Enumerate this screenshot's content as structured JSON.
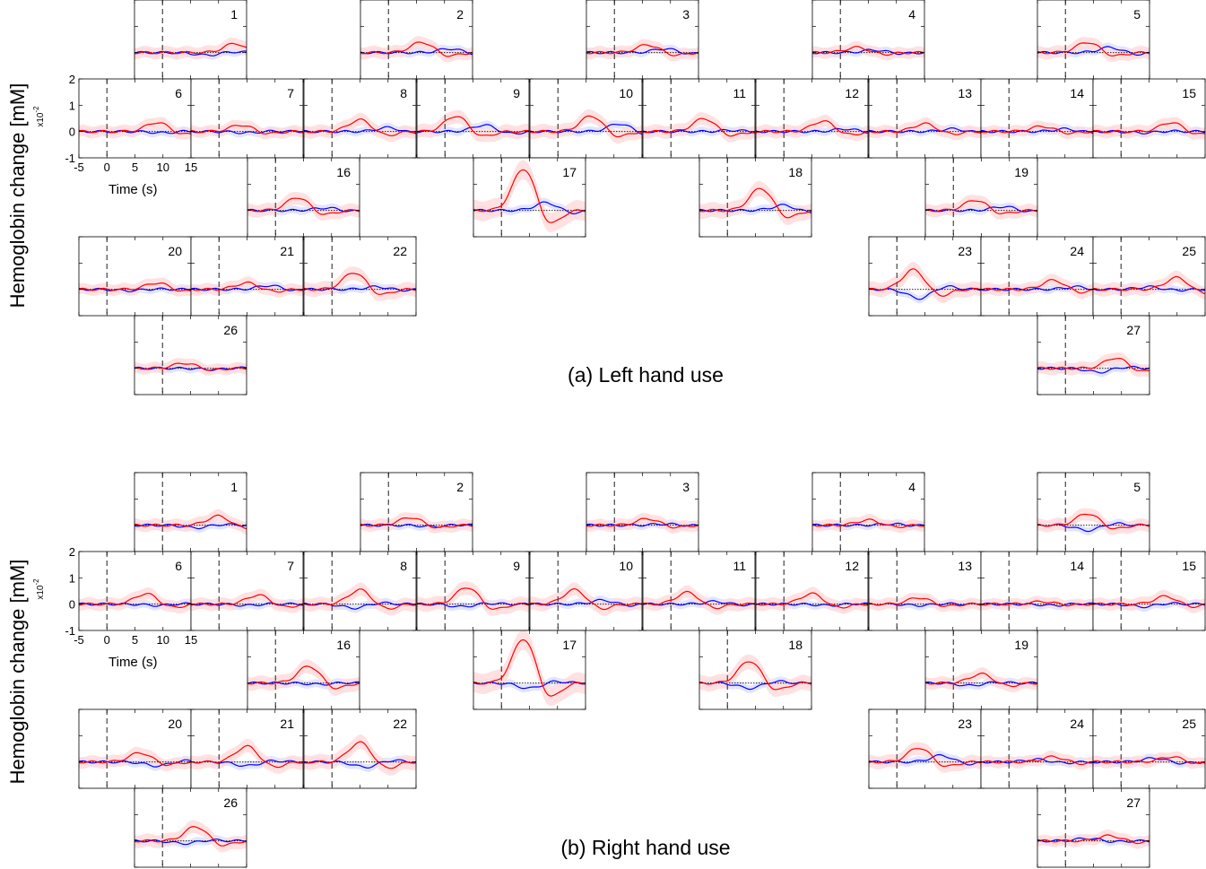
{
  "figure": {
    "ylabel": "Hemoglobin change [mM]",
    "scale_label": "x10",
    "scale_exp": "-2",
    "xlabel": "Time (s)"
  },
  "chart_data": [
    {
      "type": "line",
      "caption": "(a) Left hand use",
      "ylabel": "Hemoglobin change [mM]",
      "xlabel": "Time (s)",
      "xlim": [
        -5,
        15
      ],
      "ylim": [
        -1,
        2
      ],
      "y_scale": "x10^-2",
      "x_ticks": [
        "-5",
        "0",
        "5",
        "10",
        "15"
      ],
      "y_ticks": [
        "2",
        "1",
        "0",
        "-1"
      ],
      "stimulus_onset": 0,
      "colors": {
        "oxy": "#ff0000",
        "deoxy": "#0000ff",
        "oxy_band": "#ffdcdc",
        "deoxy_band": "#dde0ff"
      },
      "channels": [
        {
          "channel": "1",
          "oxy": {
            "peak": 0.35,
            "t": 13
          },
          "deoxy": {
            "peak": -0.1,
            "t": 8
          }
        },
        {
          "channel": "2",
          "oxy": {
            "peak": 0.4,
            "t": 6
          },
          "deoxy": {
            "peak": 0.15,
            "t": 11
          }
        },
        {
          "channel": "3",
          "oxy": {
            "peak": 0.3,
            "t": 6
          },
          "deoxy": {
            "peak": 0.15,
            "t": 9
          }
        },
        {
          "channel": "4",
          "oxy": {
            "peak": 0.2,
            "t": 3
          },
          "deoxy": {
            "peak": 0.1,
            "t": 6
          }
        },
        {
          "channel": "5",
          "oxy": {
            "peak": 0.4,
            "t": 4
          },
          "deoxy": {
            "peak": 0.2,
            "t": 8
          }
        },
        {
          "channel": "6",
          "oxy": {
            "peak": 0.35,
            "t": 9
          },
          "deoxy": {
            "peak": -0.05,
            "t": 10
          }
        },
        {
          "channel": "7",
          "oxy": {
            "peak": 0.25,
            "t": 4
          },
          "deoxy": {
            "peak": -0.05,
            "t": 5
          }
        },
        {
          "channel": "8",
          "oxy": {
            "peak": 0.45,
            "t": 5
          },
          "deoxy": {
            "peak": 0.15,
            "t": 10
          }
        },
        {
          "channel": "9",
          "oxy": {
            "peak": 0.6,
            "t": 2
          },
          "deoxy": {
            "peak": 0.25,
            "t": 7
          }
        },
        {
          "channel": "10",
          "oxy": {
            "peak": 0.6,
            "t": 6
          },
          "deoxy": {
            "peak": 0.3,
            "t": 11
          }
        },
        {
          "channel": "11",
          "oxy": {
            "peak": 0.5,
            "t": 6
          },
          "deoxy": {
            "peak": 0.05,
            "t": 11
          }
        },
        {
          "channel": "12",
          "oxy": {
            "peak": 0.4,
            "t": 7
          },
          "deoxy": {
            "peak": 0.1,
            "t": 11
          }
        },
        {
          "channel": "13",
          "oxy": {
            "peak": 0.3,
            "t": 5
          },
          "deoxy": {
            "peak": 0.1,
            "t": 10
          }
        },
        {
          "channel": "14",
          "oxy": {
            "peak": 0.2,
            "t": 6
          },
          "deoxy": {
            "peak": 0.1,
            "t": 10
          }
        },
        {
          "channel": "15",
          "oxy": {
            "peak": 0.35,
            "t": 9
          },
          "deoxy": {
            "peak": -0.05,
            "t": 4
          }
        },
        {
          "channel": "16",
          "oxy": {
            "peak": 0.5,
            "t": 4
          },
          "deoxy": {
            "peak": 0.1,
            "t": 9
          }
        },
        {
          "channel": "17",
          "oxy": {
            "peak": 1.6,
            "t": 4
          },
          "deoxy": {
            "peak": 0.3,
            "t": 8
          }
        },
        {
          "channel": "18",
          "oxy": {
            "peak": 0.85,
            "t": 6
          },
          "deoxy": {
            "peak": 0.2,
            "t": 10
          }
        },
        {
          "channel": "19",
          "oxy": {
            "peak": 0.4,
            "t": 4
          },
          "deoxy": {
            "peak": 0.15,
            "t": 9
          }
        },
        {
          "channel": "20",
          "oxy": {
            "peak": 0.25,
            "t": 9
          },
          "deoxy": {
            "peak": -0.05,
            "t": 4
          }
        },
        {
          "channel": "21",
          "oxy": {
            "peak": 0.25,
            "t": 5
          },
          "deoxy": {
            "peak": 0.15,
            "t": 9
          }
        },
        {
          "channel": "22",
          "oxy": {
            "peak": 0.65,
            "t": 4
          },
          "deoxy": {
            "peak": 0.1,
            "t": 8
          }
        },
        {
          "channel": "23",
          "oxy": {
            "peak": 0.75,
            "t": 3
          },
          "deoxy": {
            "peak": -0.35,
            "t": 4
          }
        },
        {
          "channel": "24",
          "oxy": {
            "peak": 0.35,
            "t": 8
          },
          "deoxy": {
            "peak": 0.1,
            "t": 12
          }
        },
        {
          "channel": "25",
          "oxy": {
            "peak": 0.45,
            "t": 10
          },
          "deoxy": {
            "peak": 0.1,
            "t": 5
          }
        },
        {
          "channel": "26",
          "oxy": {
            "peak": 0.2,
            "t": 4
          },
          "deoxy": {
            "peak": -0.05,
            "t": 9
          }
        },
        {
          "channel": "27",
          "oxy": {
            "peak": 0.4,
            "t": 9
          },
          "deoxy": {
            "peak": -0.15,
            "t": 6
          }
        }
      ]
    },
    {
      "type": "line",
      "caption": "(b) Right hand use",
      "ylabel": "Hemoglobin change [mM]",
      "xlabel": "Time (s)",
      "xlim": [
        -5,
        15
      ],
      "ylim": [
        -1,
        2
      ],
      "y_scale": "x10^-2",
      "x_ticks": [
        "-5",
        "0",
        "5",
        "10",
        "15"
      ],
      "y_ticks": [
        "2",
        "1",
        "0",
        "-1"
      ],
      "stimulus_onset": 0,
      "colors": {
        "oxy": "#ff0000",
        "deoxy": "#0000ff",
        "oxy_band": "#ffdcdc",
        "deoxy_band": "#dde0ff"
      },
      "channels": [
        {
          "channel": "1",
          "oxy": {
            "peak": 0.35,
            "t": 10
          },
          "deoxy": {
            "peak": -0.1,
            "t": 6
          }
        },
        {
          "channel": "2",
          "oxy": {
            "peak": 0.3,
            "t": 4
          },
          "deoxy": {
            "peak": -0.05,
            "t": 8
          }
        },
        {
          "channel": "3",
          "oxy": {
            "peak": 0.25,
            "t": 6
          },
          "deoxy": {
            "peak": 0.05,
            "t": 9
          }
        },
        {
          "channel": "4",
          "oxy": {
            "peak": 0.2,
            "t": 5
          },
          "deoxy": {
            "peak": 0.05,
            "t": 9
          }
        },
        {
          "channel": "5",
          "oxy": {
            "peak": 0.45,
            "t": 4
          },
          "deoxy": {
            "peak": -0.2,
            "t": 4
          }
        },
        {
          "channel": "6",
          "oxy": {
            "peak": 0.4,
            "t": 7
          },
          "deoxy": {
            "peak": -0.05,
            "t": 9
          }
        },
        {
          "channel": "7",
          "oxy": {
            "peak": 0.35,
            "t": 7
          },
          "deoxy": {
            "peak": -0.05,
            "t": 5
          }
        },
        {
          "channel": "8",
          "oxy": {
            "peak": 0.55,
            "t": 5
          },
          "deoxy": {
            "peak": -0.15,
            "t": 4
          }
        },
        {
          "channel": "9",
          "oxy": {
            "peak": 0.65,
            "t": 4
          },
          "deoxy": {
            "peak": -0.1,
            "t": 3
          }
        },
        {
          "channel": "10",
          "oxy": {
            "peak": 0.55,
            "t": 3
          },
          "deoxy": {
            "peak": 0.15,
            "t": 8
          }
        },
        {
          "channel": "11",
          "oxy": {
            "peak": 0.45,
            "t": 3
          },
          "deoxy": {
            "peak": 0.1,
            "t": 8
          }
        },
        {
          "channel": "12",
          "oxy": {
            "peak": 0.4,
            "t": 5
          },
          "deoxy": {
            "peak": -0.05,
            "t": 8
          }
        },
        {
          "channel": "13",
          "oxy": {
            "peak": 0.25,
            "t": 4
          },
          "deoxy": {
            "peak": -0.05,
            "t": 4
          }
        },
        {
          "channel": "14",
          "oxy": {
            "peak": 0.1,
            "t": 6
          },
          "deoxy": {
            "peak": -0.05,
            "t": 8
          }
        },
        {
          "channel": "15",
          "oxy": {
            "peak": 0.3,
            "t": 8
          },
          "deoxy": {
            "peak": -0.1,
            "t": 4
          }
        },
        {
          "channel": "16",
          "oxy": {
            "peak": 0.65,
            "t": 6
          },
          "deoxy": {
            "peak": -0.05,
            "t": 8
          }
        },
        {
          "channel": "17",
          "oxy": {
            "peak": 1.7,
            "t": 4
          },
          "deoxy": {
            "peak": -0.2,
            "t": 5
          }
        },
        {
          "channel": "18",
          "oxy": {
            "peak": 0.85,
            "t": 4
          },
          "deoxy": {
            "peak": -0.2,
            "t": 4
          }
        },
        {
          "channel": "19",
          "oxy": {
            "peak": 0.35,
            "t": 5
          },
          "deoxy": {
            "peak": -0.1,
            "t": 3
          }
        },
        {
          "channel": "20",
          "oxy": {
            "peak": 0.35,
            "t": 6
          },
          "deoxy": {
            "peak": -0.15,
            "t": 9
          }
        },
        {
          "channel": "21",
          "oxy": {
            "peak": 0.6,
            "t": 5
          },
          "deoxy": {
            "peak": -0.15,
            "t": 5
          }
        },
        {
          "channel": "22",
          "oxy": {
            "peak": 0.75,
            "t": 5
          },
          "deoxy": {
            "peak": -0.2,
            "t": 6
          }
        },
        {
          "channel": "23",
          "oxy": {
            "peak": 0.55,
            "t": 4
          },
          "deoxy": {
            "peak": 0.25,
            "t": 8
          }
        },
        {
          "channel": "24",
          "oxy": {
            "peak": 0.2,
            "t": 8
          },
          "deoxy": {
            "peak": 0.1,
            "t": 5
          }
        },
        {
          "channel": "25",
          "oxy": {
            "peak": 0.2,
            "t": 9
          },
          "deoxy": {
            "peak": 0.15,
            "t": 6
          }
        },
        {
          "channel": "26",
          "oxy": {
            "peak": 0.55,
            "t": 6
          },
          "deoxy": {
            "peak": -0.1,
            "t": 4
          }
        },
        {
          "channel": "27",
          "oxy": {
            "peak": 0.2,
            "t": 8
          },
          "deoxy": {
            "peak": 0.1,
            "t": 4
          }
        }
      ]
    }
  ]
}
